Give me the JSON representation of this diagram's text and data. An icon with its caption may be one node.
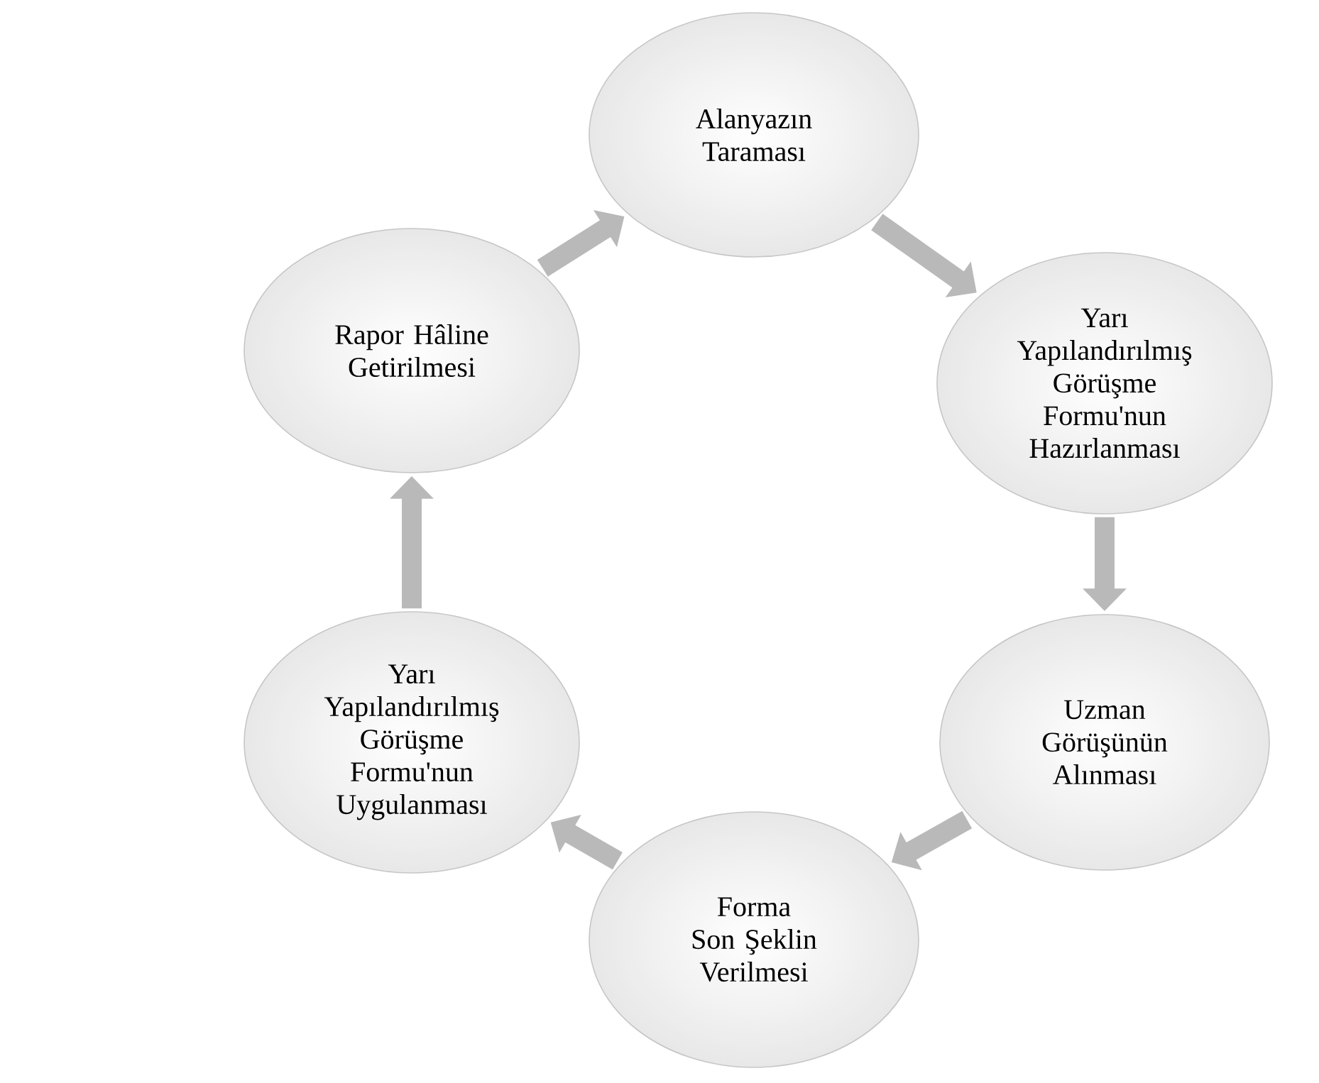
{
  "diagram": {
    "nodes": [
      {
        "text": [
          "Alanyazın Taraması"
        ]
      },
      {
        "text": [
          "Yarı Yapılandırılmış Görüşme Formu'nun Hazırlanması"
        ]
      },
      {
        "text": [
          "Uzman Görüşünün Alınması"
        ]
      },
      {
        "text": [
          "Forma Son Şeklin Verilmesi"
        ]
      },
      {
        "text": [
          "Yarı Yapılandırılmış Görüşme Formu'nun Uygulanması"
        ]
      },
      {
        "text": [
          "Rapor Hâline Getirilmesi"
        ]
      }
    ],
    "edges": [
      {
        "from": 0,
        "to": 1,
        "arrow": "to"
      },
      {
        "from": 1,
        "to": 2,
        "arrow": "to"
      },
      {
        "from": 2,
        "to": 3,
        "arrow": "to"
      },
      {
        "from": 3,
        "to": 4,
        "arrow": "to"
      },
      {
        "from": 4,
        "to": 5,
        "arrow": "to"
      },
      {
        "from": 5,
        "to": 0,
        "arrow": "to"
      }
    ]
  }
}
